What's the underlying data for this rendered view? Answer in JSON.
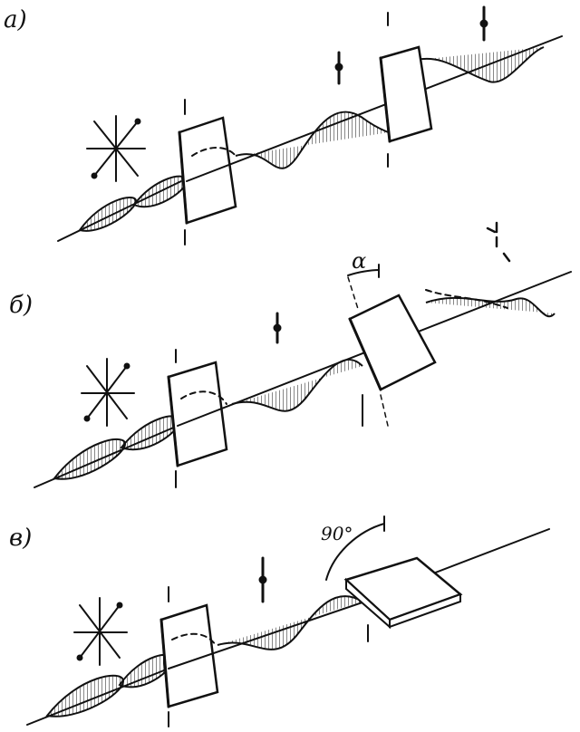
{
  "panels": [
    {
      "id": "a",
      "label": "а)"
    },
    {
      "id": "b",
      "label": "б)",
      "angle_label": "α"
    },
    {
      "id": "c",
      "label": "в)",
      "angle_label": "90°"
    }
  ]
}
